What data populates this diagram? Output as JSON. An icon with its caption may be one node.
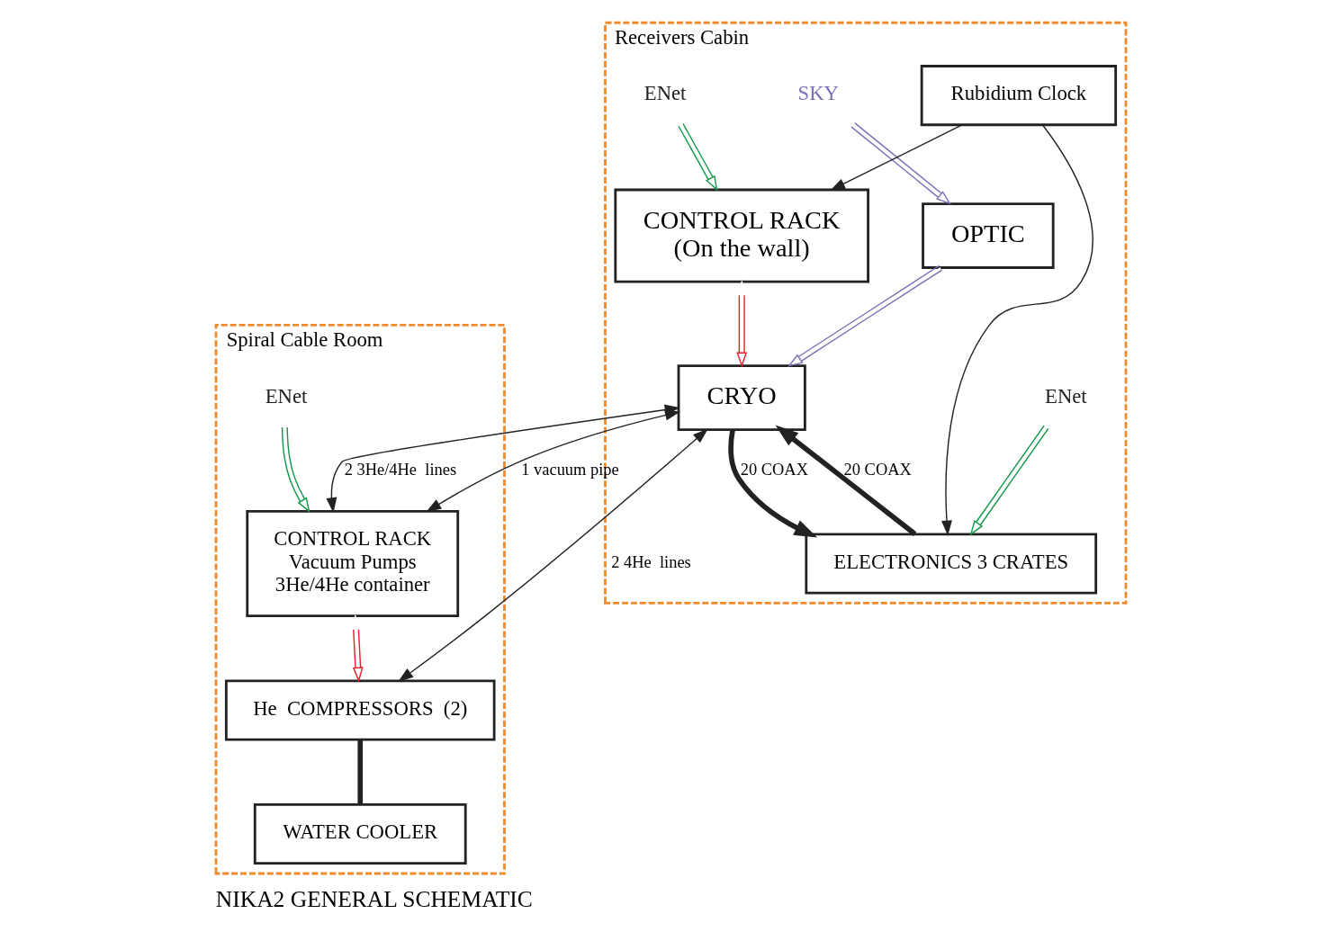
{
  "diagram": {
    "title": "NIKA2 GENERAL SCHEMATIC",
    "nodes": [
      {
        "text": [
          "Receivers Cabin"
        ]
      },
      {
        "text": [
          "SKY"
        ],
        "in": 0
      },
      {
        "text": [
          "OPTIC"
        ],
        "in": 0
      },
      {
        "text": [
          "ENet"
        ],
        "in": 0
      },
      {
        "text": [
          "CONTROL RACK",
          "(On the wall)"
        ],
        "in": 0
      },
      {
        "text": [
          "CRYO"
        ],
        "in": 0
      },
      {
        "text": [
          "Rubidium Clock"
        ],
        "in": 0
      },
      {
        "text": [
          "ELECTRONICS 3 CRATES"
        ],
        "in": 0
      },
      {
        "text": [
          "ENet"
        ],
        "in": 0
      },
      {
        "text": [
          "Spiral Cable Room"
        ]
      },
      {
        "text": [
          "CONTROL RACK",
          "Vacuum Pumps",
          "3He/4He container"
        ],
        "in": 9
      },
      {
        "text": [
          "ENet"
        ],
        "in": 9
      },
      {
        "text": [
          "He  COMPRESSORS  (2)"
        ],
        "in": 9
      },
      {
        "text": [
          "WATER COOLER"
        ],
        "in": 9
      }
    ],
    "edges": [
      {
        "from": 1,
        "to": 2,
        "arrow": "to",
        "color": "#7b6fb5"
      },
      {
        "from": 2,
        "to": 5,
        "arrow": "to",
        "color": "#7b6fb5"
      },
      {
        "from": 3,
        "to": 4,
        "arrow": "to",
        "color": "#11994a"
      },
      {
        "from": 4,
        "to": 5,
        "arrow": "both",
        "color": "#e8202a"
      },
      {
        "from": 7,
        "to": 5,
        "arrow": "to",
        "label": "20 COAX",
        "style": "thick"
      },
      {
        "from": 5,
        "to": 7,
        "arrow": "to",
        "label": "20 COAX",
        "style": "thick"
      },
      {
        "from": 6,
        "to": 4,
        "arrow": "to"
      },
      {
        "from": 6,
        "to": 7,
        "arrow": "to"
      },
      {
        "from": 8,
        "to": 7,
        "arrow": "to",
        "color": "#11994a"
      },
      {
        "from": 5,
        "to": 10,
        "arrow": "both",
        "label": "2 3He/4He  lines"
      },
      {
        "from": 5,
        "to": 10,
        "arrow": "both",
        "label": "1 vacuum pipe"
      },
      {
        "from": 5,
        "to": 12,
        "arrow": "both",
        "label": "2 4He  lines"
      },
      {
        "from": 11,
        "to": 10,
        "arrow": "to",
        "color": "#11994a"
      },
      {
        "from": 10,
        "to": 12,
        "arrow": "both",
        "color": "#e8202a"
      },
      {
        "from": 12,
        "to": 13,
        "arrow": "none",
        "style": "thick"
      }
    ]
  }
}
